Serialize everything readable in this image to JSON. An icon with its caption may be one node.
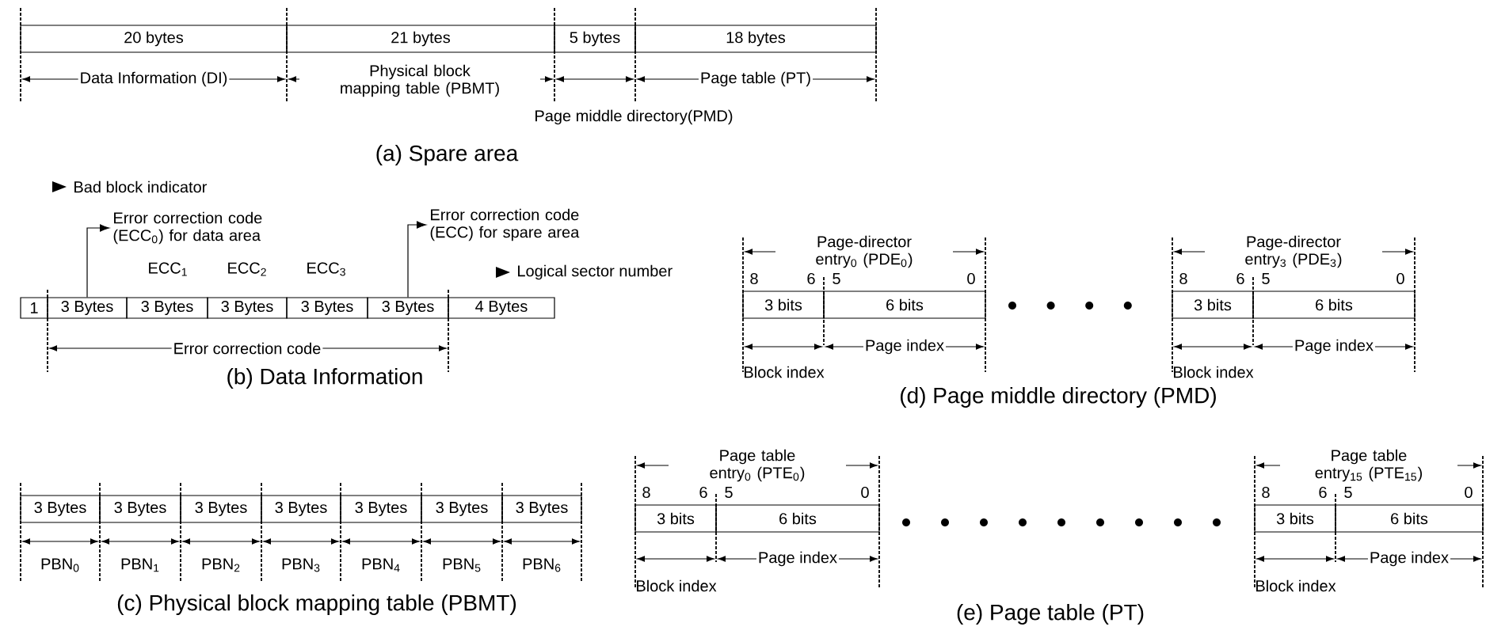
{
  "diagram": {
    "nodes": [
      {
        "text": [
          "20 bytes"
        ]
      },
      {
        "text": [
          "21 bytes"
        ]
      },
      {
        "text": [
          "5 bytes"
        ]
      },
      {
        "text": [
          "18 bytes"
        ]
      },
      {
        "text": [
          "1"
        ]
      },
      {
        "text": [
          "3 Bytes"
        ]
      },
      {
        "text": [
          "3 Bytes"
        ]
      },
      {
        "text": [
          "3 Bytes"
        ]
      },
      {
        "text": [
          "3 Bytes"
        ]
      },
      {
        "text": [
          "3 Bytes"
        ]
      },
      {
        "text": [
          "4 Bytes"
        ]
      },
      {
        "text": [
          "Error correction code (ECC$_{0}$) for data area"
        ]
      },
      {
        "text": [
          "Error correction code (ECC) for spare area"
        ]
      },
      {
        "text": [
          "3 Bytes"
        ]
      },
      {
        "text": [
          "3 Bytes"
        ]
      },
      {
        "text": [
          "3 Bytes"
        ]
      },
      {
        "text": [
          "3 Bytes"
        ]
      },
      {
        "text": [
          "3 Bytes"
        ]
      },
      {
        "text": [
          "3 Bytes"
        ]
      },
      {
        "text": [
          "3 Bytes"
        ]
      },
      {
        "text": [
          "3 bits"
        ]
      },
      {
        "text": [
          "6 bits"
        ]
      },
      {
        "text": [
          "3 bits"
        ]
      },
      {
        "text": [
          "6 bits"
        ]
      },
      {
        "text": [
          "3 bits"
        ]
      },
      {
        "text": [
          "6 bits"
        ]
      },
      {
        "text": [
          "3 bits"
        ]
      },
      {
        "text": [
          "6 bits"
        ]
      }
    ],
    "edges": [
      {
        "from": 5,
        "to": 11,
        "arrow": "to"
      },
      {
        "from": 9,
        "to": 12,
        "arrow": "to"
      }
    ],
    "labels": [
      "Data Information (DI)",
      "Physical block mapping table (PBMT)",
      "Page table (PT)",
      "Page middle directory(PMD)",
      "(a) Spare area",
      "Bad block indicator",
      "ECC$_{1}$",
      "ECC$_{2}$",
      "ECC$_{3}$",
      "Logical sector number",
      "Error correction code",
      "(b) Data Information",
      "Page-director entry$_{0}$ (PDE$_{0}$)",
      "8",
      "6",
      "5",
      "0",
      "Page index",
      "Block index",
      "Page-director entry$_{3}$ (PDE$_{3}$)",
      "8",
      "6",
      "5",
      "0",
      "Page index",
      "Block index",
      "(d) Page middle directory (PMD)",
      "PBN$_{0}$",
      "PBN$_{1}$",
      "PBN$_{2}$",
      "PBN$_{3}$",
      "PBN$_{4}$",
      "PBN$_{5}$",
      "PBN$_{6}$",
      "(c) Physical block mapping table (PBMT)",
      "Page table entry$_{0}$ (PTE$_{0}$)",
      "8",
      "6",
      "5",
      "0",
      "Page index",
      "Block index",
      "Page table entry$_{15}$ (PTE$_{15}$)",
      "8",
      "6",
      "5",
      "0",
      "Page index",
      "Block index",
      "(e) Page table (PT)"
    ]
  }
}
